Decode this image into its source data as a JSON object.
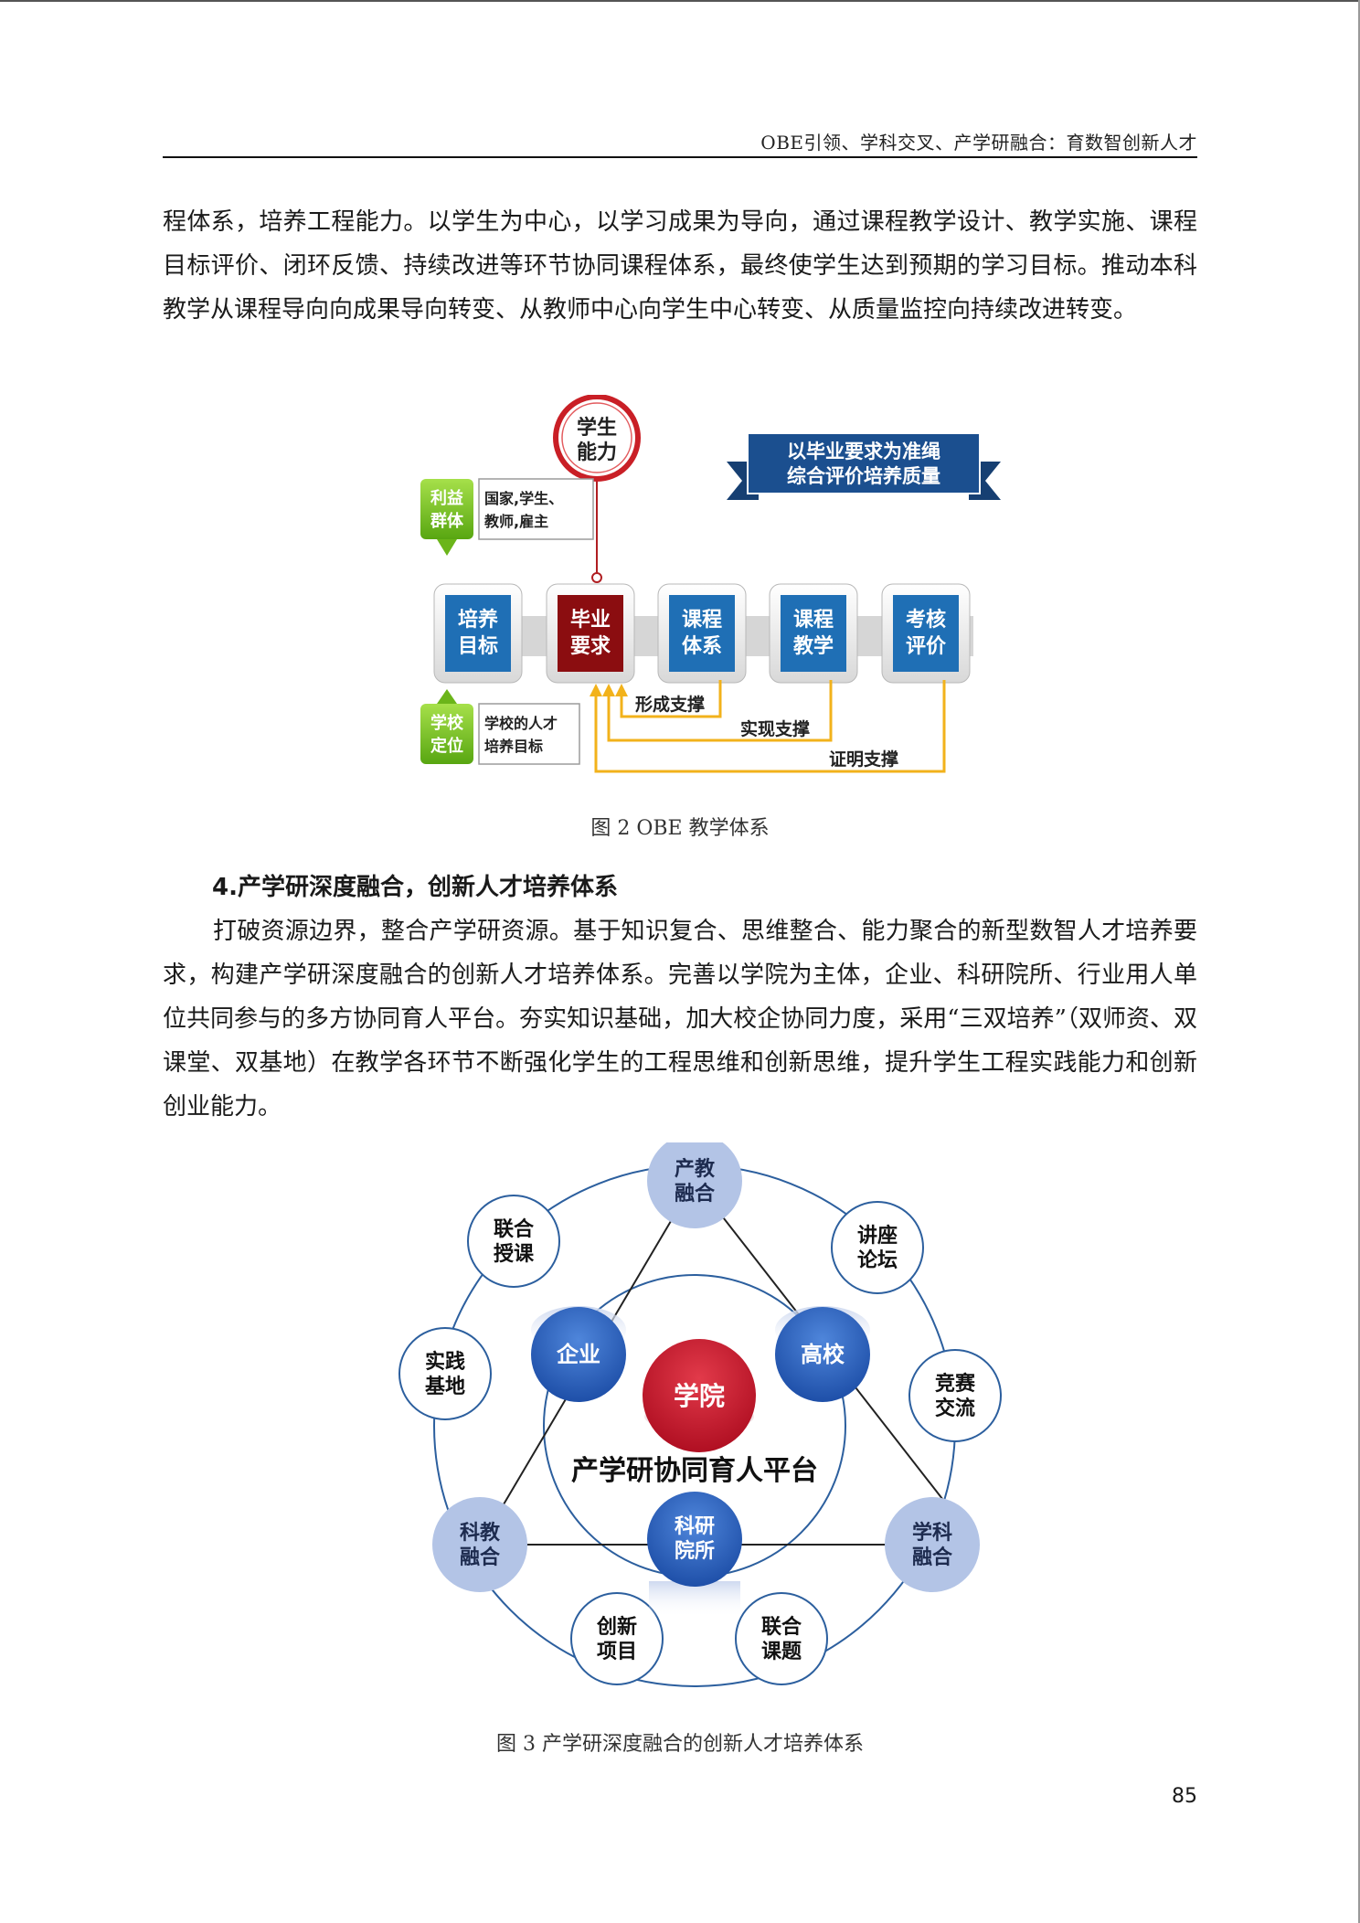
{
  "header": {
    "title": "OBE引领、学科交叉、产学研融合：育数智创新人才"
  },
  "para1": "程体系，培养工程能力。以学生为中心，以学习成果为导向，通过课程教学设计、教学实施、课程目标评价、闭环反馈、持续改进等环节协同课程体系，最终使学生达到预期的学习目标。推动本科教学从课程导向向成果导向转变、从教师中心向学生中心转变、从质量监控向持续改进转变。",
  "figure1": {
    "top_circle": [
      "学生",
      "能力"
    ],
    "banner": [
      "以毕业要求为准绳",
      "综合评价培养质量"
    ],
    "stakeholder_tag": [
      "利益",
      "群体"
    ],
    "stakeholder_text": [
      "国家,学生、",
      "教师,雇主"
    ],
    "school_tag": [
      "学校",
      "定位"
    ],
    "school_text": [
      "学校的人才",
      "培养目标"
    ],
    "boxes": [
      [
        "培养",
        "目标"
      ],
      [
        "毕业",
        "要求"
      ],
      [
        "课程",
        "体系"
      ],
      [
        "课程",
        "教学"
      ],
      [
        "考核",
        "评价"
      ]
    ],
    "supports": [
      "形成支撑",
      "实现支撑",
      "证明支撑"
    ],
    "colors": {
      "blue": "#1f6fb5",
      "dark_red": "#8b0d10",
      "green": "#78c51e",
      "arrow": "#f2b21b",
      "banner": "#1b4f8f"
    }
  },
  "caption1": "图 2   OBE 教学体系",
  "section_heading": "4.产学研深度融合，创新人才培养体系",
  "para2": "打破资源边界，整合产学研资源。基于知识复合、思维整合、能力聚合的新型数智人才培养要求，构建产学研深度融合的创新人才培养体系。完善以学院为主体，企业、科研院所、行业用人单位共同参与的多方协同育人平台。夯实知识基础，加大校企协同力度，采用“三双培养”（双师资、双课堂、双基地）在教学各环节不断强化学生的工程思维和创新思维，提升学生工程实践能力和创新创业能力。",
  "figure2": {
    "center": "学院",
    "platform": "产学研协同育人平台",
    "inner_nodes": {
      "enterprise": "企业",
      "university": "高校",
      "institute": [
        "科研",
        "院所"
      ]
    },
    "corner_nodes": {
      "top": [
        "产教",
        "融合"
      ],
      "left": [
        "科教",
        "融合"
      ],
      "right": [
        "学科",
        "融合"
      ]
    },
    "outer_nodes": {
      "joint_teaching": [
        "联合",
        "授课"
      ],
      "lecture_forum": [
        "讲座",
        "论坛"
      ],
      "practice_base": [
        "实践",
        "基地"
      ],
      "competition": [
        "竞赛",
        "交流"
      ],
      "innovation_project": [
        "创新",
        "项目"
      ],
      "joint_topic": [
        "联合",
        "课题"
      ]
    },
    "colors": {
      "center": "#c8142a",
      "blue": "#2f64c0",
      "light_blue": "#b3c4e6",
      "ring": "#2c5f9e"
    }
  },
  "caption2": "图 3   产学研深度融合的创新人才培养体系",
  "page_number": "85"
}
